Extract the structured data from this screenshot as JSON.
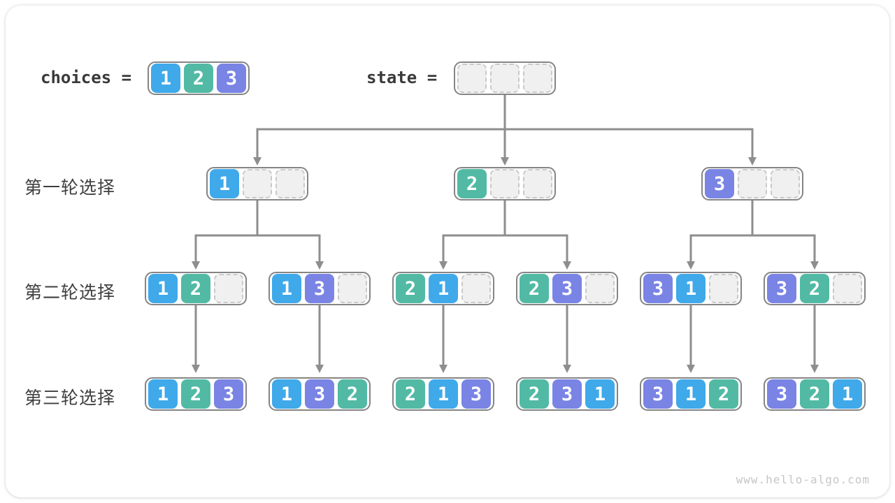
{
  "page": {
    "watermark": "www.hello-algo.com"
  },
  "colors": {
    "choice1_blue": "#3FA9EA",
    "choice2_teal": "#52BAA4",
    "choice3_purple": "#7A84E4",
    "arrow_gray": "#8E8E8E",
    "box_border_gray": "#858585",
    "empty_slot_fill": "#F0F0F0",
    "empty_slot_dash": "#C9C9C9"
  },
  "header": {
    "choices_label": "choices =",
    "choices": [
      1,
      2,
      3
    ],
    "state_label": "state =",
    "state": [
      null,
      null,
      null
    ]
  },
  "rows": [
    {
      "label": "第一轮选择",
      "states": [
        [
          1,
          null,
          null
        ],
        [
          2,
          null,
          null
        ],
        [
          3,
          null,
          null
        ]
      ]
    },
    {
      "label": "第二轮选择",
      "states": [
        [
          1,
          2,
          null
        ],
        [
          1,
          3,
          null
        ],
        [
          2,
          1,
          null
        ],
        [
          2,
          3,
          null
        ],
        [
          3,
          1,
          null
        ],
        [
          3,
          2,
          null
        ]
      ]
    },
    {
      "label": "第三轮选择",
      "states": [
        [
          1,
          2,
          3
        ],
        [
          1,
          3,
          2
        ],
        [
          2,
          1,
          3
        ],
        [
          2,
          3,
          1
        ],
        [
          3,
          1,
          2
        ],
        [
          3,
          2,
          1
        ]
      ]
    }
  ]
}
